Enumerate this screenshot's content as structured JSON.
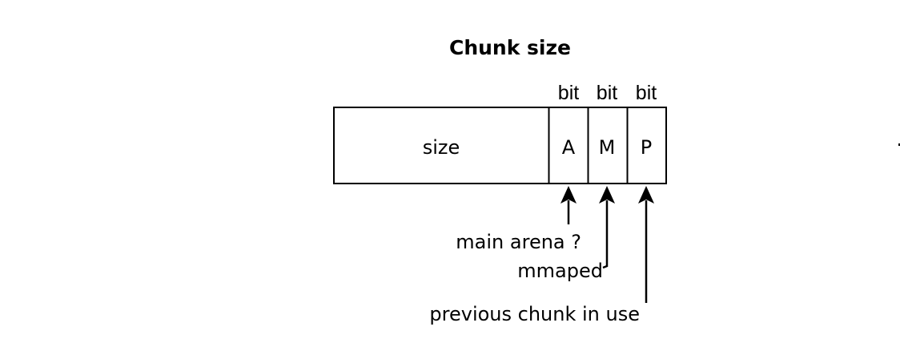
{
  "diagram": {
    "title": "Chunk size",
    "fields": [
      {
        "id": "size",
        "label": "size",
        "bit_label": ""
      },
      {
        "id": "A",
        "label": "A",
        "bit_label": "bit"
      },
      {
        "id": "M",
        "label": "M",
        "bit_label": "bit"
      },
      {
        "id": "P",
        "label": "P",
        "bit_label": "bit"
      }
    ],
    "annotations": [
      {
        "target": "A",
        "text": "main arena ?"
      },
      {
        "target": "M",
        "text": "mmaped"
      },
      {
        "target": "P",
        "text": "previous chunk in use"
      }
    ],
    "colors": {
      "stroke": "#000000",
      "background": "#ffffff"
    }
  }
}
